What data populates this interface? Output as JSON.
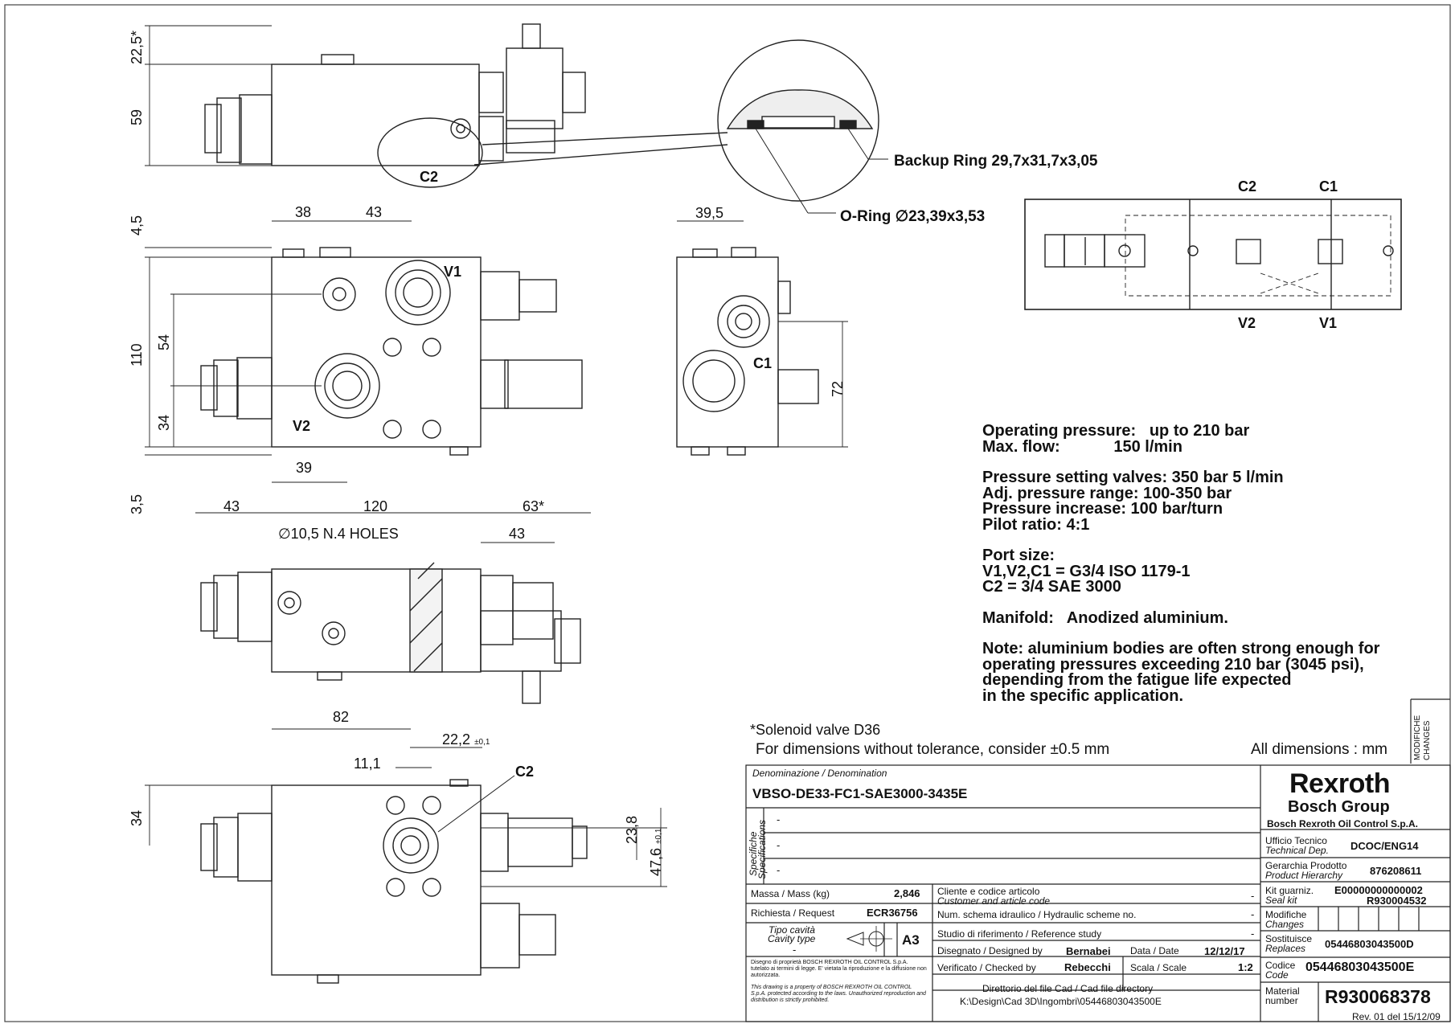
{
  "dims": {
    "top_225": "22,5*",
    "top_59": "59",
    "d_45": "4,5",
    "d_38": "38",
    "d_43a": "43",
    "d_110": "110",
    "d_54": "54",
    "d_34a": "34",
    "d_39": "39",
    "d_35": "3,5",
    "d_395": "39,5",
    "d_72": "72",
    "d_43b": "43",
    "d_120": "120",
    "d_63": "63*",
    "d_holes": "∅10,5 N.4 HOLES",
    "d_43c": "43",
    "d_82": "82",
    "d_222": "22,2",
    "d_222_tol": "±0,1",
    "d_111": "11,1",
    "d_34b": "34",
    "d_238": "23,8",
    "d_476": "47,6",
    "d_476_tol": "±0,1"
  },
  "ports": {
    "v1": "V1",
    "v2": "V2",
    "c1": "C1",
    "c2": "C2",
    "c2_detail": "C2",
    "c2_bottom": "C2"
  },
  "schematic": {
    "c2": "C2",
    "c1": "C1",
    "v2": "V2",
    "v1": "V1"
  },
  "callouts": {
    "backup_ring": "Backup Ring 29,7x31,7x3,05",
    "oring": "O-Ring ∅23,39x3,53"
  },
  "specs": {
    "operating_pressure": "Operating pressure:   up to 210 bar",
    "max_flow": "Max. flow:            150 l/min",
    "pressure_setting": "Pressure setting valves: 350 bar 5 l/min",
    "adj_range": "Adj. pressure range: 100-350 bar",
    "pressure_increase": "Pressure increase: 100 bar/turn",
    "pilot_ratio": "Pilot ratio: 4:1",
    "port_size": "Port size:",
    "port_v1v2c1": "V1,V2,C1 = G3/4 ISO 1179-1",
    "port_c2": "C2 = 3/4 SAE 3000",
    "manifold": "Manifold:   Anodized aluminium.",
    "note1": "Note: aluminium bodies are often strong enough for",
    "note2": "operating pressures exceeding 210 bar (3045 psi),",
    "note3": "depending from the fatigue life expected",
    "note4": "in the specific application."
  },
  "notes": {
    "solenoid": "*Solenoid valve D36",
    "tolerance": "For dimensions without tolerance, consider ±0.5 mm",
    "all_dims": "All dimensions : mm",
    "modifiche": "MODIFICHE",
    "changes": "CHANGES"
  },
  "title_block": {
    "denomination_label": "Denominazione / Denomination",
    "denomination": "VBSO-DE33-FC1-SAE3000-3435E",
    "spec_label_it": "Specifiche",
    "spec_label_en": "Specifications",
    "spec_rows": [
      "-",
      "-",
      "-"
    ],
    "brand": "Rexroth",
    "group": "Bosch Group",
    "company": "Bosch Rexroth Oil Control S.p.A.",
    "ufficio_label": "Ufficio Tecnico",
    "ufficio_label_en": "Technical Dep.",
    "ufficio": "DCOC/ENG14",
    "gerarchia_label": "Gerarchia Prodotto",
    "gerarchia_label_en": "Product Hierarchy",
    "gerarchia": "876208611",
    "massa_label": "Massa / Mass (kg)",
    "massa": "2,846",
    "richiesta_label": "Richiesta / Request",
    "richiesta": "ECR36756",
    "cavity_label_it": "Tipo cavità",
    "cavity_label_en": "Cavity type",
    "cavity": "-",
    "format": "A3",
    "cliente_label": "Cliente e codice articolo",
    "cliente_label_en": "Customer and article code",
    "cliente": "-",
    "schema_label": "Num. schema idraulico / Hydraulic scheme no.",
    "schema": "-",
    "studio_label": "Studio di riferimento / Reference study",
    "studio": "-",
    "designed_label": "Disegnato / Designed by",
    "designed": "Bernabei",
    "date_label": "Data / Date",
    "date": "12/12/17",
    "checked_label": "Verificato / Checked by",
    "checked": "Rebecchi",
    "scale_label": "Scala / Scale",
    "scale": "1:2",
    "cad_label": "Direttorio del file Cad / Cad file directory",
    "cad": "K:\\Design\\Cad 3D\\Ingombri\\05446803043500E",
    "kit_label": "Kit guarniz.",
    "kit_label_en": "Seal kit",
    "kit1": "E00000000000002",
    "kit2": "R930004532",
    "modifiche_label": "Modifiche",
    "modifiche_label_en": "Changes",
    "replaces_label": "Sostituisce",
    "replaces_label_en": "Replaces",
    "replaces": "05446803043500D",
    "code_label": "Codice",
    "code_label_en": "Code",
    "code": "05446803043500E",
    "material_label": "Material",
    "material_label_en": "number",
    "material": "R930068378",
    "legal_it": "Disegno di proprietà BOSCH REXROTH OIL CONTROL S.p.A. tutelato ai termini di legge. E' vietata la riproduzione e la diffusione non autorizzata.",
    "legal_en": "This drawing is a property of BOSCH REXROTH OIL CONTROL S.p.A. protected according to the laws. Unauthorized reproduction and distribution is strictly prohibited.",
    "rev": "Rev. 01 del 15/12/09"
  }
}
